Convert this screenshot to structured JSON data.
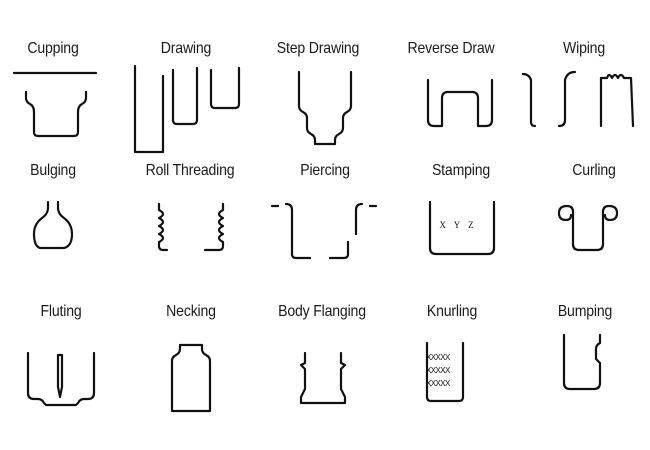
{
  "processes": [
    {
      "id": "cupping",
      "label": "Cupping"
    },
    {
      "id": "drawing",
      "label": "Drawing"
    },
    {
      "id": "step-drawing",
      "label": "Step Drawing"
    },
    {
      "id": "reverse-draw",
      "label": "Reverse Draw"
    },
    {
      "id": "wiping",
      "label": "Wiping"
    },
    {
      "id": "bulging",
      "label": "Bulging"
    },
    {
      "id": "roll-threading",
      "label": "Roll Threading"
    },
    {
      "id": "piercing",
      "label": "Piercing"
    },
    {
      "id": "stamping",
      "label": "Stamping",
      "marking": "X Y Z"
    },
    {
      "id": "curling",
      "label": "Curling"
    },
    {
      "id": "fluting",
      "label": "Fluting"
    },
    {
      "id": "necking",
      "label": "Necking"
    },
    {
      "id": "body-flanging",
      "label": "Body Flanging"
    },
    {
      "id": "knurling",
      "label": "Knurling",
      "pattern": "XXXXX"
    },
    {
      "id": "bumping",
      "label": "Bumping"
    }
  ],
  "stroke_color": "#111111"
}
